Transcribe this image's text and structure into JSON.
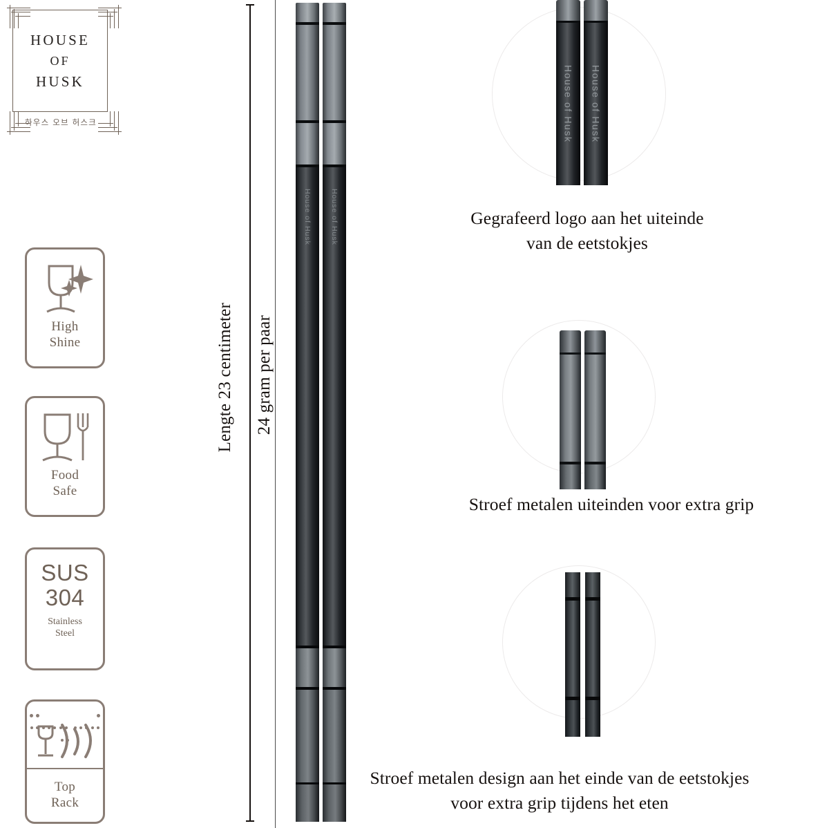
{
  "brand": {
    "line1": "HOUSE",
    "line2": "OF",
    "line3": "HUSK",
    "korean": "하우스 오브 허스크"
  },
  "colors": {
    "badge_border": "#8a7d75",
    "badge_text": "#6f6257",
    "caption_text": "#16110f",
    "measure_line": "#15100e",
    "background": "#ffffff",
    "chopstick_dark": "#17191b",
    "chopstick_steel": "#8b8f92"
  },
  "badges": [
    {
      "id": "high-shine",
      "icon": "glass-sparkle-icon",
      "label_line1": "High",
      "label_line2": "Shine"
    },
    {
      "id": "food-safe",
      "icon": "glass-fork-icon",
      "label_line1": "Food",
      "label_line2": "Safe"
    },
    {
      "id": "sus304",
      "icon": "text-only",
      "big_line1": "SUS",
      "big_line2": "304",
      "sub_line1": "Stainless",
      "sub_line2": "Steel"
    },
    {
      "id": "top-rack",
      "icon": "dishwasher-rack-icon",
      "label_line1": "Top",
      "label_line2": "Rack"
    }
  ],
  "measurements": {
    "length": "Lengte 23 centimeter",
    "weight": "24 gram per paar"
  },
  "product": {
    "engraving": "House of Husk"
  },
  "details": [
    {
      "id": "engraved-logo",
      "caption_line1": "Gegrafeerd logo aan het uiteinde",
      "caption_line2": "van de eetstokjes"
    },
    {
      "id": "textured-ends",
      "caption_line1": "Stroef metalen uiteinden voor extra grip",
      "caption_line2": ""
    },
    {
      "id": "grip-tips",
      "caption_line1": "Stroef metalen design aan het einde van de eetstokjes",
      "caption_line2": "voor extra grip tijdens het eten"
    }
  ]
}
